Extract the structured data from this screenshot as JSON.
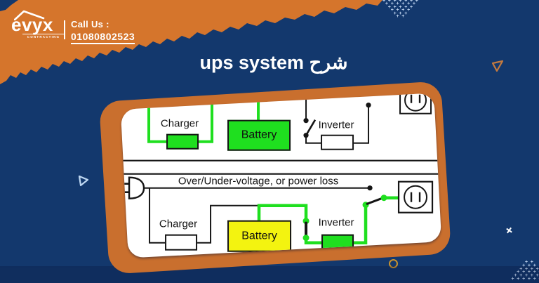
{
  "header": {
    "brand": "evyx",
    "brand_sub": "CONTRACTING",
    "call_us_label": "Call Us :",
    "phone": "01080802523"
  },
  "title": "ups system شرح",
  "diagram": {
    "panel_standby": {
      "charger": "Charger",
      "battery": "Battery",
      "inverter": "Inverter"
    },
    "panel_on_battery": {
      "condition": "Over/Under-voltage, or power loss",
      "charger": "Charger",
      "battery": "Battery",
      "inverter": "Inverter"
    }
  },
  "colors": {
    "background": "#13386D",
    "header_orange": "#D5752C",
    "backdrop_orange": "#C96F2E",
    "wire_green": "#1FDF1F",
    "battery_standby_fill": "#1FDF1F",
    "battery_on_battery_fill": "#F3F310",
    "diagram_line": "#151515",
    "decor_blue": "#BFD4EF",
    "decor_gold": "#C8932F"
  },
  "decor": {
    "dot_glyph": "+",
    "star_glyph": "+"
  }
}
